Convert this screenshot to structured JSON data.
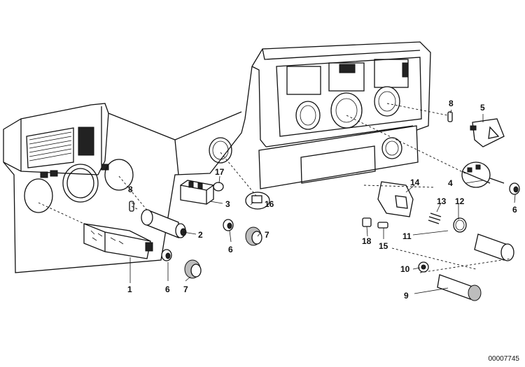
{
  "diagram": {
    "callouts": [
      "1",
      "2",
      "3",
      "4",
      "5",
      "6",
      "6",
      "6",
      "7",
      "7",
      "8",
      "8",
      "9",
      "10",
      "11",
      "12",
      "13",
      "14",
      "15",
      "16",
      "17",
      "18"
    ],
    "document_id": "00007745"
  }
}
